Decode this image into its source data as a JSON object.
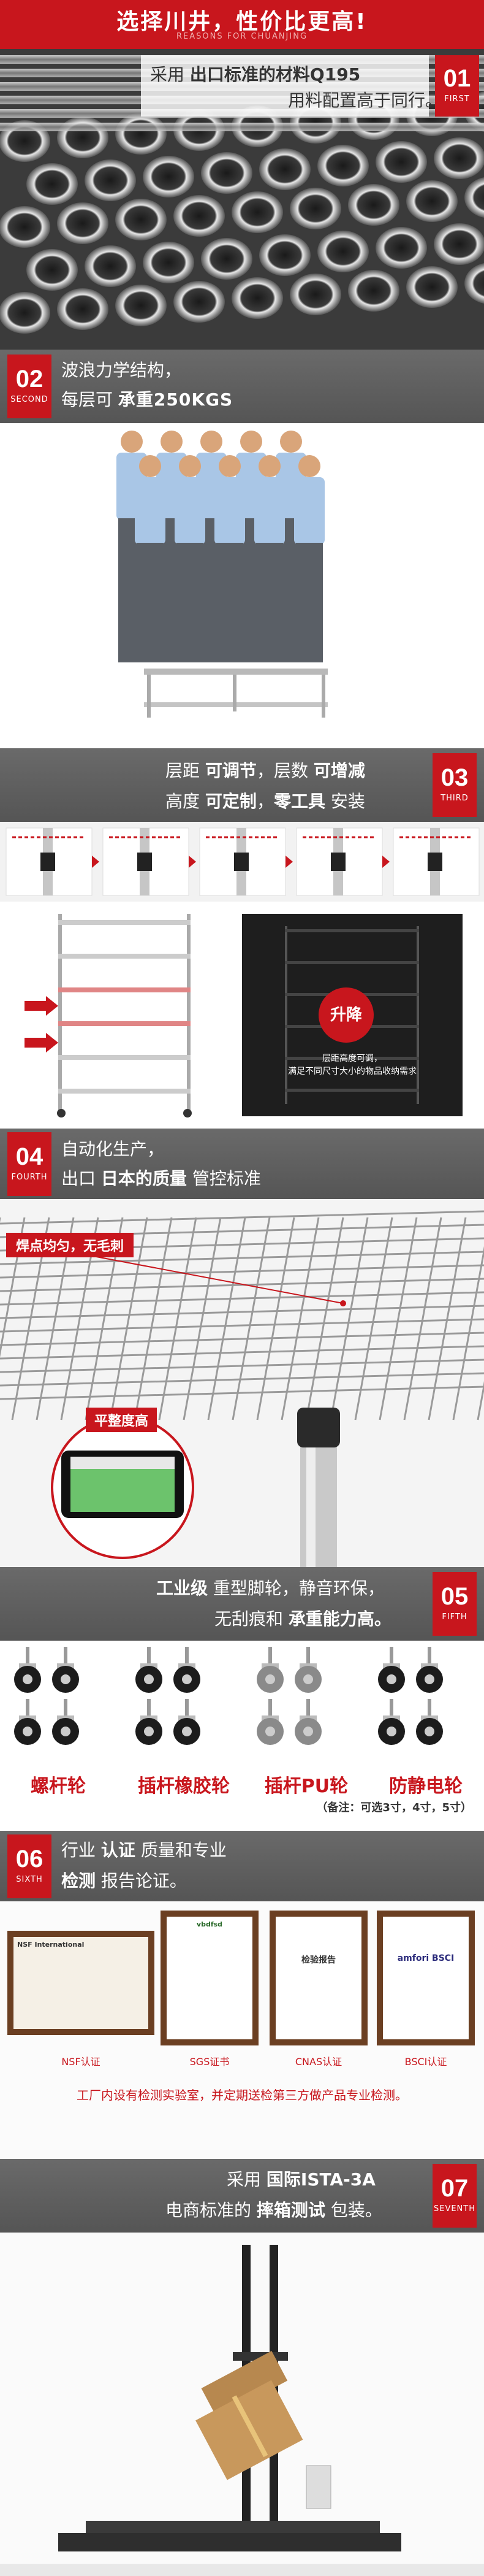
{
  "header": {
    "title": "选择川井，性价比更高!",
    "subtitle": "REASONS FOR CHUANJING"
  },
  "s1": {
    "num": "01",
    "word": "FIRST",
    "line1_prefix": "采用",
    "line1_bold": "出口标准的材料Q195",
    "line2": "用料配置高于同行。"
  },
  "s2": {
    "num": "02",
    "word": "SECOND",
    "line1": "波浪力学结构，",
    "line2_prefix": "每层可",
    "line2_bold": "承重250KGS"
  },
  "s3": {
    "num": "03",
    "word": "THIRD",
    "line1_a": "层距",
    "line1_b": "可调节",
    "line1_c": "，层数",
    "line1_d": "可增减",
    "line2_a": "高度",
    "line2_b": "可定制",
    "line2_c": "，",
    "line2_d": "零工具",
    "line2_e": "安装",
    "badge": "升降",
    "panel_text1": "层距高度可调，",
    "panel_text2": "满足不同尺寸大小的物品收纳需求"
  },
  "s4": {
    "num": "04",
    "word": "FOURTH",
    "line1": "自动化生产，",
    "line2_prefix": "出口",
    "line2_bold": "日本的质量",
    "line2_suffix": "管控标准",
    "tag1": "焊点均匀，无毛刺",
    "tag2": "平整度高"
  },
  "s5": {
    "num": "05",
    "word": "FIFTH",
    "line1_bold": "工业级",
    "line1_rest": "重型脚轮，静音环保，",
    "line2_a": "无刮痕和",
    "line2_bold": "承重能力高。",
    "wheels": [
      "螺杆轮",
      "插杆橡胶轮",
      "插杆PU轮",
      "防静电轮"
    ],
    "note": "（备注：可选3寸，4寸，5寸）"
  },
  "s6": {
    "num": "06",
    "word": "SIXTH",
    "line1_a": "行业",
    "line1_bold": "认证",
    "line1_b": "质量和专业",
    "line2_bold": "检测",
    "line2_b": "报告论证。",
    "certs": [
      "NSF认证",
      "SGS证书",
      "CNAS认证",
      "BSCI认证"
    ],
    "cert_titles": [
      "NSF International",
      "vbdfsd",
      "检验报告",
      "amfori BSCI"
    ],
    "footer": "工厂内设有检测实验室，并定期送检第三方做产品专业检测。"
  },
  "s7": {
    "num": "07",
    "word": "SEVENTH",
    "line1_prefix": "采用",
    "line1_bold": "国际ISTA-3A",
    "line2_prefix": "电商标准的",
    "line2_bold": "摔箱测试",
    "line2_suffix": "包装。"
  }
}
